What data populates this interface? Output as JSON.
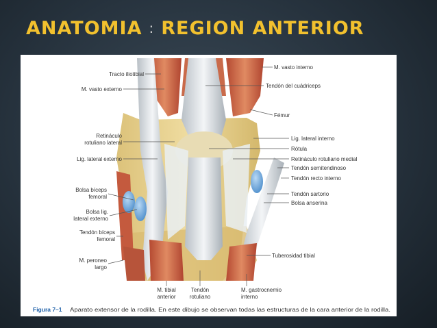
{
  "slide": {
    "title_left": "ANATOMIA",
    "separator": ":",
    "title_right": "REGION ANTERIOR"
  },
  "figure": {
    "labels_left": {
      "tracto_iliotibial": "Tracto iliotibial",
      "vasto_externo": "M. vasto externo",
      "retinaculo_lateral_1": "Retináculo",
      "retinaculo_lateral_2": "rotuliano lateral",
      "lig_lateral_externo": "Lig. lateral externo",
      "bolsa_biceps_1": "Bolsa bíceps",
      "bolsa_biceps_2": "femoral",
      "bolsa_lig_1": "Bolsa lig.",
      "bolsa_lig_2": "lateral externo",
      "tendon_biceps_1": "Tendón bíceps",
      "tendon_biceps_2": "femoral",
      "peroneo_1": "M. peroneo",
      "peroneo_2": "largo"
    },
    "labels_right": {
      "vasto_interno": "M. vasto interno",
      "tendon_cuadriceps": "Tendón del cuádriceps",
      "femur": "Fémur",
      "lig_lateral_interno": "Lig. lateral interno",
      "rotula": "Rótula",
      "retinaculo_medial": "Retináculo rotuliano medial",
      "semitendinoso": "Tendón semitendinoso",
      "recto_interno": "Tendón recto interno",
      "sartorio": "Tendón sartorio",
      "bolsa_anserina": "Bolsa anserina",
      "tuberosidad": "Tuberosidad tibial"
    },
    "labels_bottom": {
      "tibial_1": "M. tibial",
      "tibial_2": "anterior",
      "tendon_rot_1": "Tendón",
      "tendon_rot_2": "rotuliano",
      "gastro_1": "M. gastrocnemio",
      "gastro_2": "interno"
    },
    "caption_label": "Figura 7–1",
    "caption_text": "Aparato extensor de la rodilla. En este dibujo se observan todas las estructuras de la cara anterior de la rodilla."
  }
}
